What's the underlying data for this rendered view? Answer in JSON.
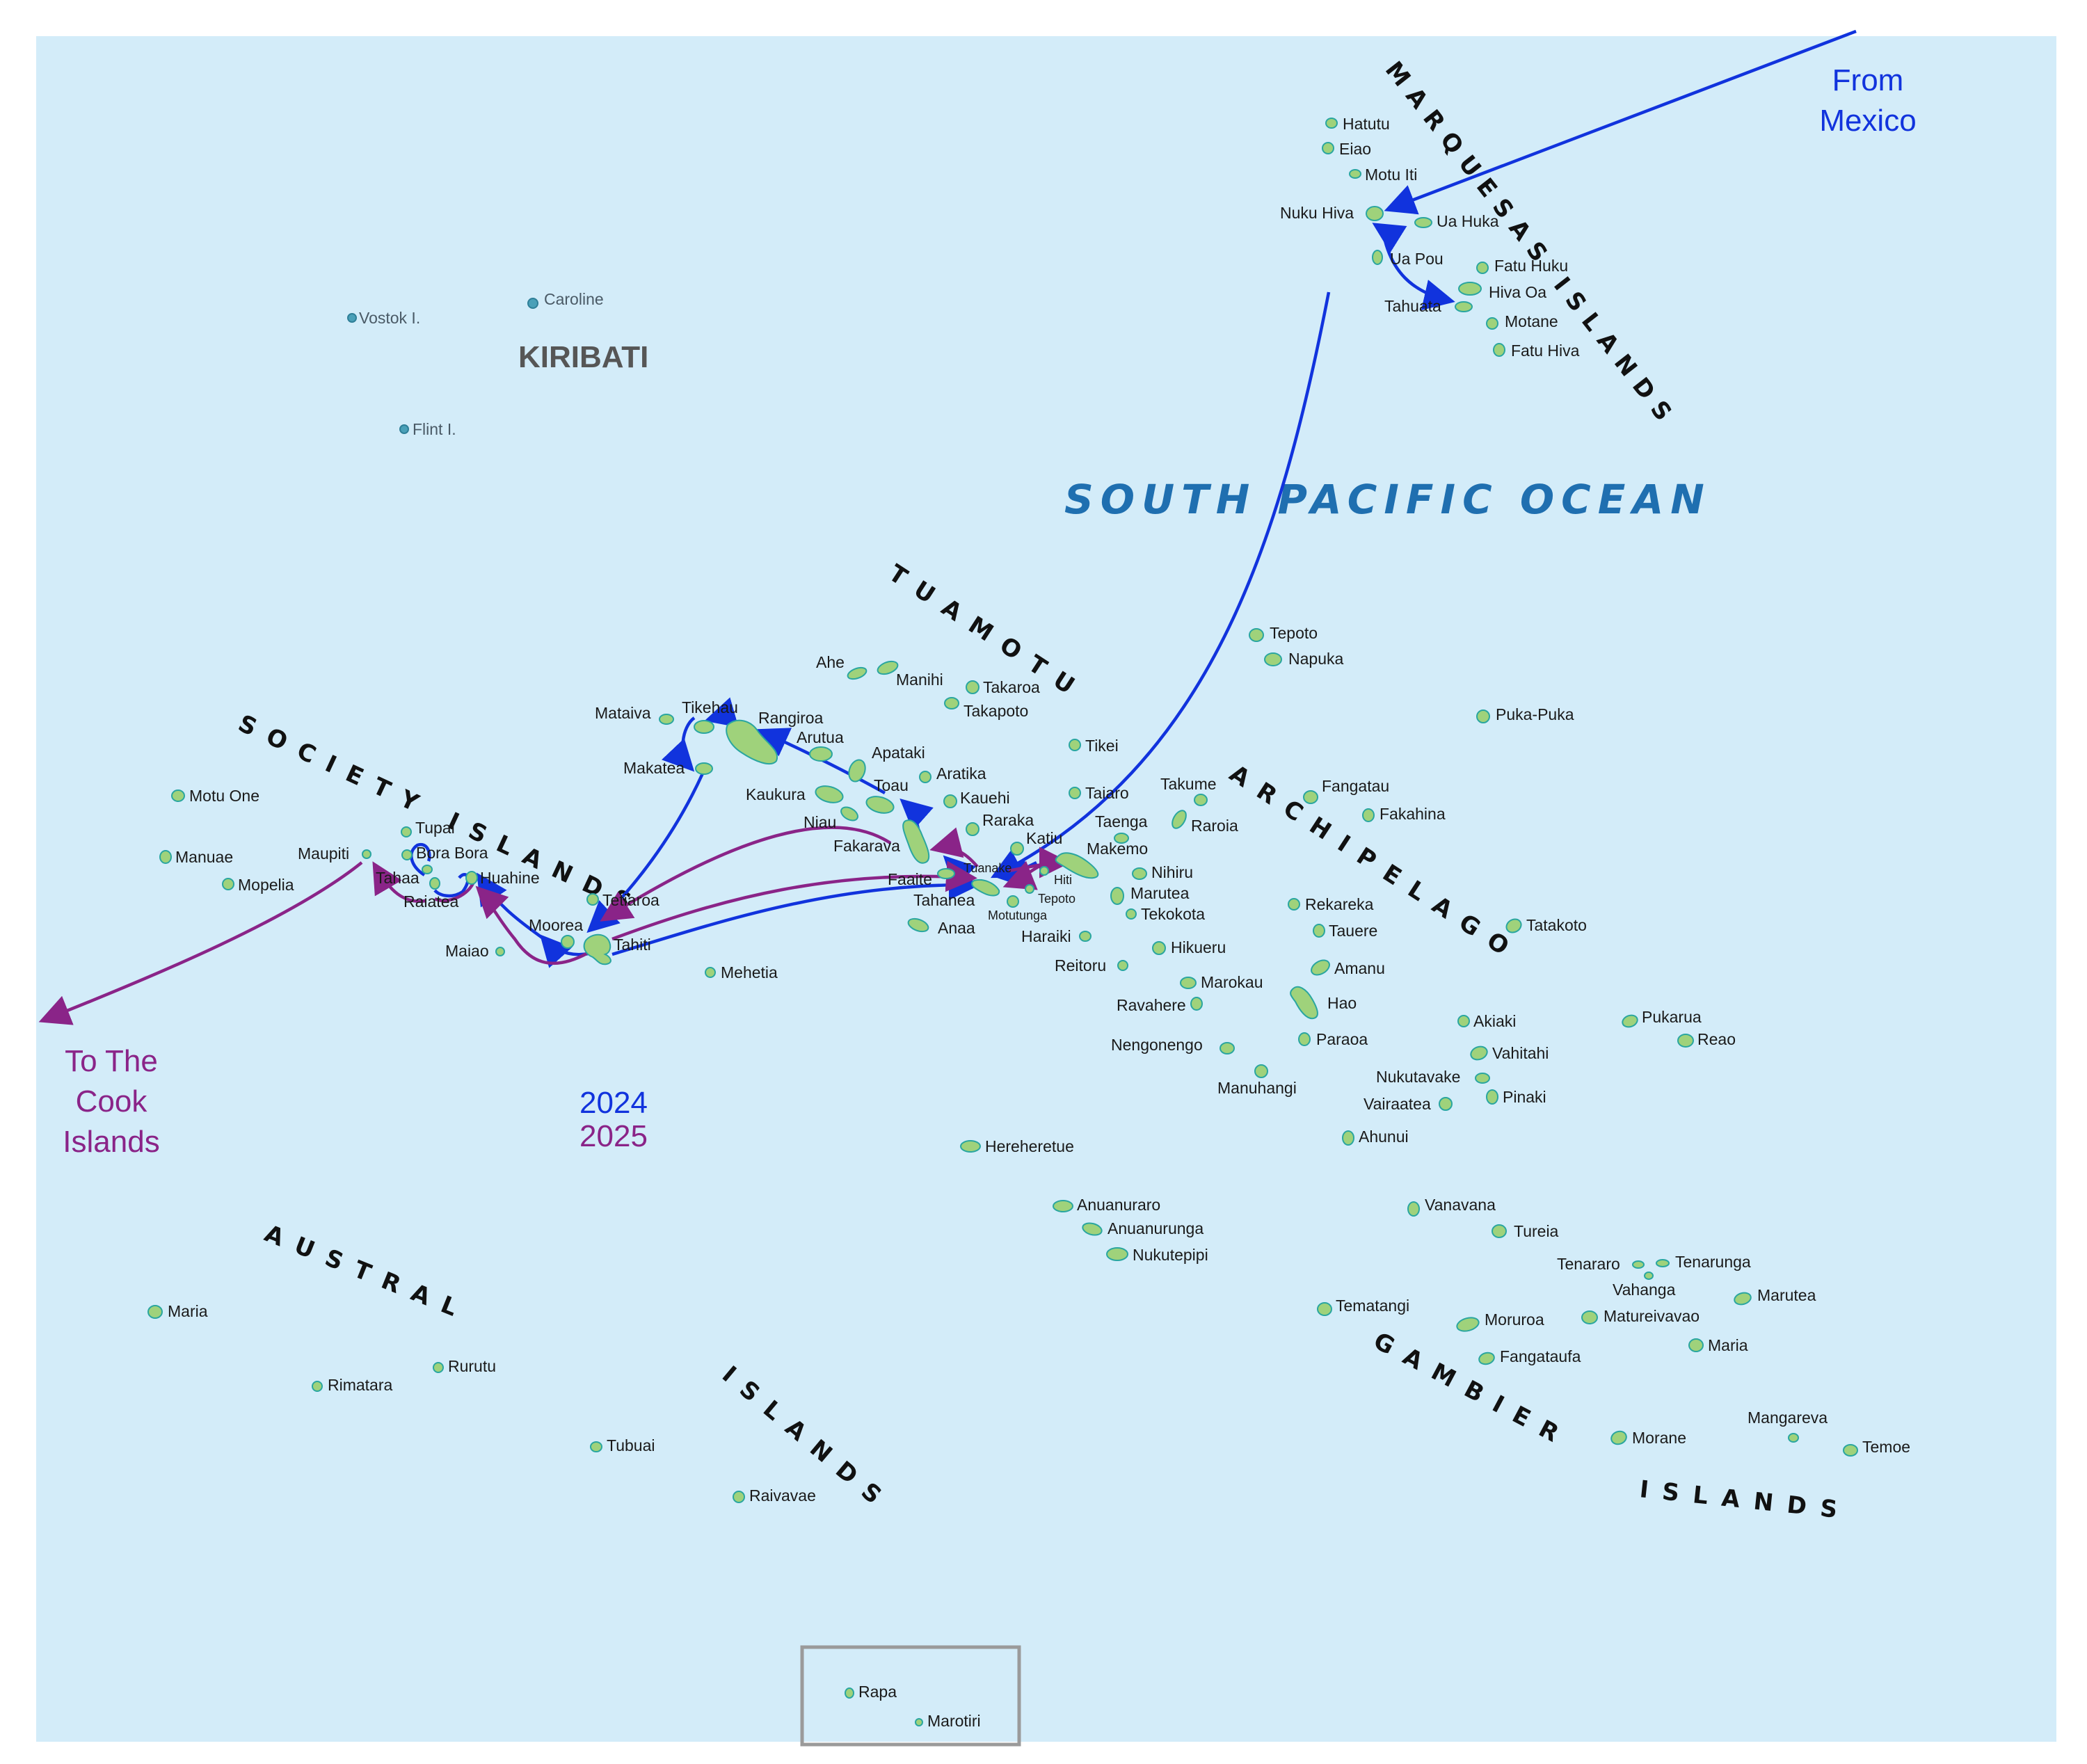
{
  "ocean_label": "SOUTH PACIFIC OCEAN",
  "country_label": "KIRIBATI",
  "regions": {
    "marquesas": "MARQUESAS ISLANDS",
    "tuamotu_1": "T U A M O T U",
    "tuamotu_2": "A R C H I P E L A G O",
    "society": "S O C I E T Y   I S L A N D S",
    "austral_1": "A U S T R A L",
    "austral_2": "I S L A N D S",
    "gambier_1": "G A M B I E R",
    "gambier_2": "I S L A N D S"
  },
  "annotations": {
    "from_mexico_1": "From",
    "from_mexico_2": "Mexico",
    "cook_1": "To The",
    "cook_2": "Cook",
    "cook_3": "Islands"
  },
  "legend": {
    "year_2024": "2024",
    "year_2025": "2025"
  },
  "colors": {
    "ocean": "#d3ecf9",
    "island_fill": "#9fd27b",
    "island_outline": "#2aa6a0",
    "route_2024": "#1133dd",
    "route_2025": "#8a2488",
    "ocean_text": "#1f6fb0"
  },
  "kiribati_islands": [
    "Vostok I.",
    "Caroline",
    "Flint I."
  ],
  "islands": {
    "marquesas": [
      "Hatutu",
      "Eiao",
      "Motu Iti",
      "Nuku Hiva",
      "Ua Huka",
      "Ua Pou",
      "Fatu Huku",
      "Hiva Oa",
      "Tahuata",
      "Motane",
      "Fatu Hiva"
    ],
    "society": [
      "Motu One",
      "Manuae",
      "Mopelia",
      "Maupiti",
      "Tupai",
      "Bora Bora",
      "Tahaa",
      "Raiatea",
      "Huahine",
      "Tetiaroa",
      "Moorea",
      "Tahiti",
      "Maiao",
      "Mehetia"
    ],
    "tuamotu": [
      "Ahe",
      "Manihi",
      "Takaroa",
      "Takapoto",
      "Mataiva",
      "Tikehau",
      "Rangiroa",
      "Arutua",
      "Makatea",
      "Apataki",
      "Aratika",
      "Kaukura",
      "Toau",
      "Kauehi",
      "Niau",
      "Raraka",
      "Fakarava",
      "Katiu",
      "Faaite",
      "Tuanake",
      "Hiti",
      "Tepoto",
      "Tahanea",
      "Motutunga",
      "Anaa",
      "Haraiki",
      "Reitoru",
      "Tikei",
      "Taiaro",
      "Takume",
      "Taenga",
      "Raroia",
      "Makemo",
      "Nihiru",
      "Marutea",
      "Tekokota",
      "Hikueru",
      "Marokau",
      "Ravahere",
      "Nengonengo",
      "Manuhangi",
      "Tepoto",
      "Napuka",
      "Puka-Puka",
      "Fangatau",
      "Fakahina",
      "Rekareka",
      "Tauere",
      "Amanu",
      "Hao",
      "Paraoa",
      "Tatakoto",
      "Akiaki",
      "Vahitahi",
      "Nukutavake",
      "Vairaatea",
      "Pinaki",
      "Pukarua",
      "Reao",
      "Ahunui",
      "Hereheretue",
      "Anuanuraro",
      "Anuanurunga",
      "Nukutepipi"
    ],
    "gambier": [
      "Vanavana",
      "Tureia",
      "Tenararo",
      "Tenarunga",
      "Vahanga",
      "Marutea",
      "Tematangi",
      "Moruroa",
      "Matureivavao",
      "Fangataufa",
      "Maria",
      "Morane",
      "Mangareva",
      "Temoe"
    ],
    "austral": [
      "Maria",
      "Rimatara",
      "Rurutu",
      "Tubuai",
      "Raivavae"
    ],
    "inset": [
      "Rapa",
      "Marotiri"
    ]
  }
}
